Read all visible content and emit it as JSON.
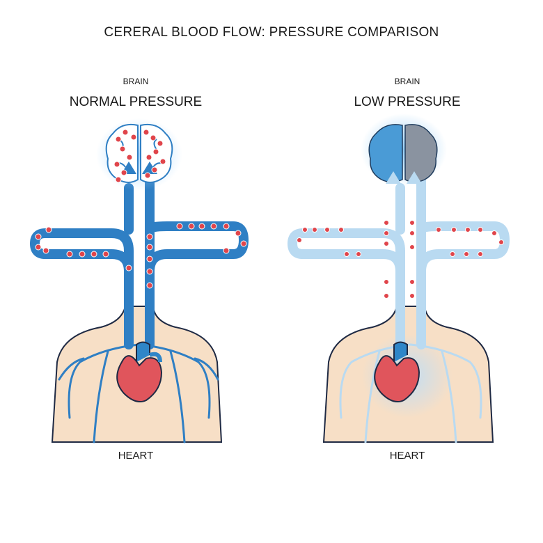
{
  "title": "CERERAL BLOOD FLOW: PRESSURE COMPARISON",
  "panels": [
    {
      "brain_label": "BRAIN",
      "condition": "NORMAL PRESSURE",
      "heart_label": "HEART",
      "vessel_color": "#2f7fc4",
      "flow": "high"
    },
    {
      "brain_label": "BRAIN",
      "condition": "LOW PRESSURE",
      "heart_label": "HEART",
      "vessel_color": "#b9daf1",
      "flow": "low"
    }
  ],
  "colors": {
    "skin": "#f7dfc6",
    "skin_outline": "#1f2a44",
    "blood_cell": "#e0454b",
    "heart": "#e0555c",
    "aorta": "#2f86c8",
    "brain_normal": "#ffffff",
    "brain_low_left": "#4a9bd6",
    "brain_low_right": "#8a93a0"
  },
  "icons": [
    "brain-icon",
    "heart-icon",
    "arrow-up-icon",
    "blood-cell-icon"
  ]
}
